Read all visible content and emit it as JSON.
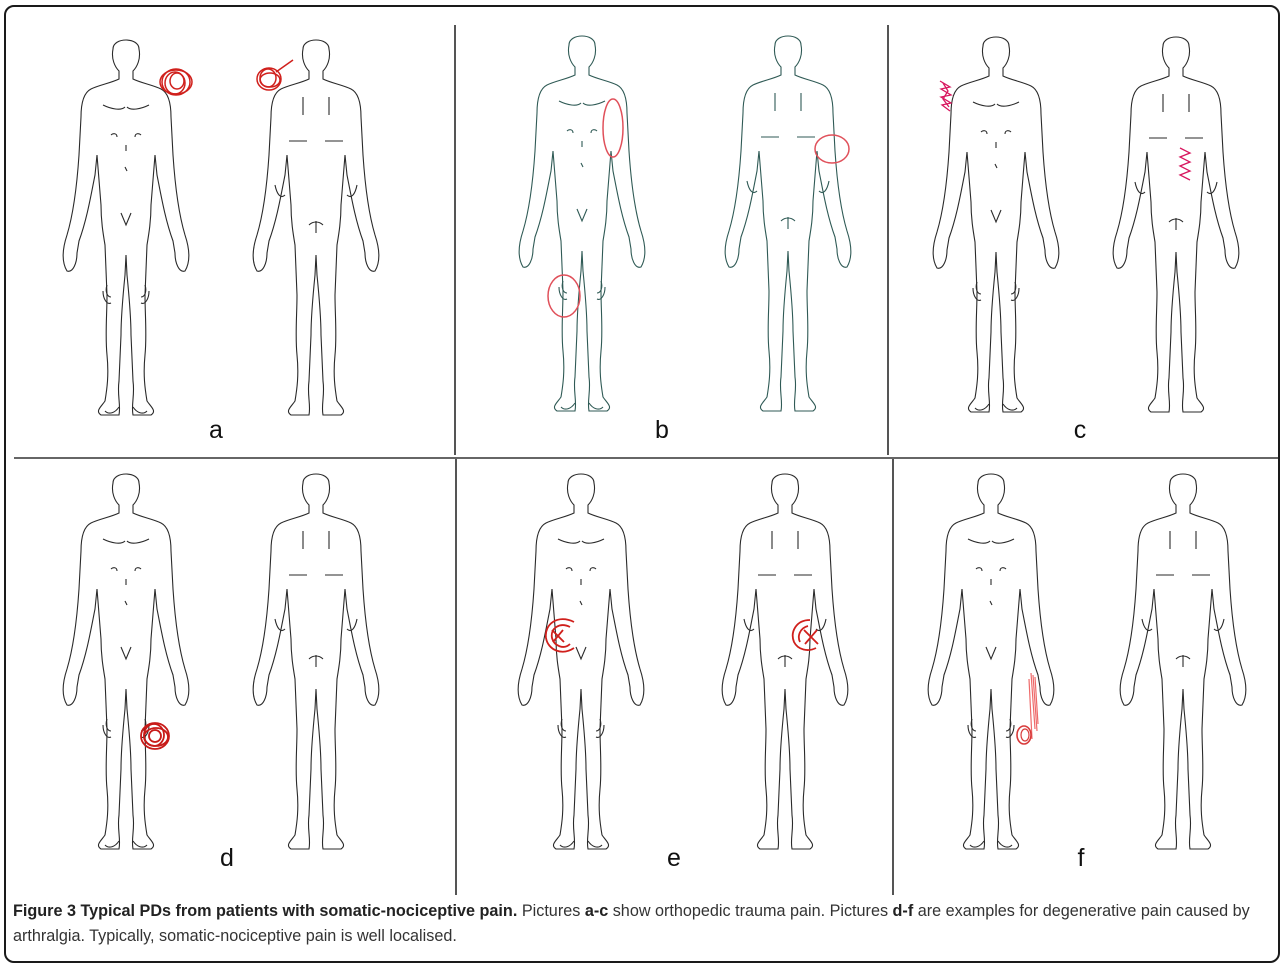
{
  "panels": [
    {
      "label": "a"
    },
    {
      "label": "b"
    },
    {
      "label": "c"
    },
    {
      "label": "d"
    },
    {
      "label": "e"
    },
    {
      "label": "f"
    }
  ],
  "caption": {
    "title": "Figure 3 Typical PDs from patients with somatic-nociceptive pain.",
    "t1": " Pictures ",
    "b1": "a-c",
    "t2": " show orthopedic trauma pain. Pictures ",
    "b2": "d-f",
    "t3": " are examples for degenerative pain caused by arthralgia. Typically, somatic-nociceptive pain is well localised."
  },
  "colors": {
    "outline": "#2a2a2a",
    "outline_b": "#2f5a55",
    "mark_red": "#d0201c",
    "mark_pink": "#d8175f",
    "mark_light": "#ee6a6a"
  }
}
